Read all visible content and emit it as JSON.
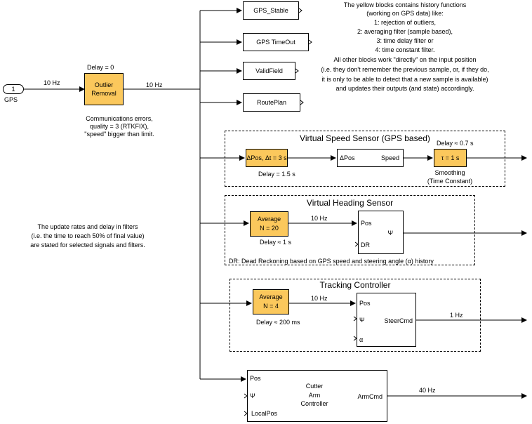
{
  "inport": {
    "number": "1",
    "name": "GPS"
  },
  "rates": {
    "gps_in": "10 Hz",
    "after_outlier": "10 Hz",
    "heading_avg_out": "10 Hz",
    "tracking_avg_out": "10 Hz",
    "tracking_out": "1 Hz",
    "cutter_out": "40 Hz"
  },
  "outlier": {
    "label_line1": "Outlier",
    "label_line2": "Removal",
    "delay": "Delay = 0",
    "note_line1": "Communications errors,",
    "note_line2": "quality = 3 (RTKFIX),",
    "note_line3": "\"speed\" bigger than limit."
  },
  "outputs": {
    "gps_stable": "GPS_Stable",
    "gps_timeout": "GPS TimeOut",
    "valid_field": "ValidField",
    "route_plan": "RoutePlan"
  },
  "info_text": [
    "The yellow blocks contains history functions",
    "(working on GPS data) like:",
    "1: rejection of outliers,",
    "2: averaging filter (sample based),",
    "3: time delay filter or",
    "4: time constant filter.",
    "All other blocks work \"directly\" on the input position",
    "(i.e. they don't remember the previous sample, or, if they do,",
    "it is only to be able to detect that a new sample is available)",
    "and updates their outputs (and state) accordingly."
  ],
  "rates_note": [
    "The update rates and delay in filters",
    "(i.e. the time to reach 50% of final value)",
    "are stated for selected signals and filters."
  ],
  "speed_sensor": {
    "title": "Virtual Speed Sensor (GPS based)",
    "delta_block": "ΔPos, Δt = 3 s",
    "delta_delay": "Delay = 1.5 s",
    "speed_in": "ΔPos",
    "speed_out": "Speed",
    "tau_block": "τ = 1 s",
    "tau_delay": "Delay ≈ 0.7 s",
    "smoothing_line1": "Smoothing",
    "smoothing_line2": "(Time Constant)"
  },
  "heading_sensor": {
    "title": "Virtual Heading Sensor",
    "avg_line1": "Average",
    "avg_line2": "N = 20",
    "avg_delay": "Delay ≈ 1 s",
    "in_pos": "Pos",
    "in_dr": "DR",
    "out_psi": "Ψ",
    "dr_note": "DR: Dead Reckoning based on GPS speed and steering angle (α) history"
  },
  "tracking": {
    "title": "Tracking Controller",
    "avg_line1": "Average",
    "avg_line2": "N = 4",
    "avg_delay": "Delay ≈ 200 ms",
    "in_pos": "Pos",
    "in_psi": "Ψ",
    "in_alpha": "α",
    "out": "SteerCmd"
  },
  "cutter": {
    "in_pos": "Pos",
    "in_psi": "Ψ",
    "in_local": "LocalPos",
    "name_line1": "Cutter",
    "name_line2": "Arm",
    "name_line3": "Controller",
    "out": "ArmCmd"
  },
  "colors": {
    "filter_block": "#fbc85c",
    "line": "#000000",
    "background": "#ffffff"
  }
}
